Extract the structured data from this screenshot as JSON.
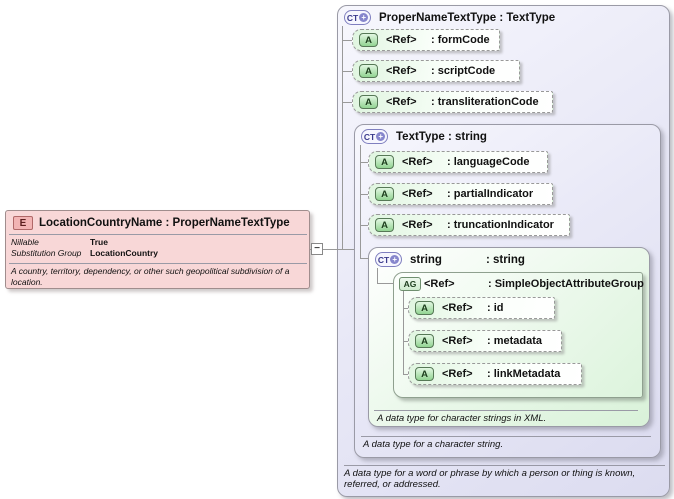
{
  "icons": {
    "element_tag": "E",
    "complex_type_tag": "CT",
    "plus": "+",
    "attribute_tag": "A",
    "attribute_group_tag": "AG",
    "collapse": "−"
  },
  "element": {
    "title": "LocationCountryName : ProperNameTextType",
    "properties": [
      {
        "label": "Nillable",
        "value": "True"
      },
      {
        "label": "Substitution Group",
        "value": "LocationCountry"
      }
    ],
    "description": "A country, territory, dependency, or other such geopolitical subdivision of a location."
  },
  "proper_name_text_type": {
    "title": "ProperNameTextType : TextType",
    "attributes": [
      {
        "ref": "<Ref>",
        "name": ": formCode"
      },
      {
        "ref": "<Ref>",
        "name": ": scriptCode"
      },
      {
        "ref": "<Ref>",
        "name": ": transliterationCode"
      }
    ],
    "description": "A data type for a word or phrase by which a person or thing is known, referred, or addressed."
  },
  "text_type": {
    "title": "TextType : string",
    "attributes": [
      {
        "ref": "<Ref>",
        "name": ": languageCode"
      },
      {
        "ref": "<Ref>",
        "name": ": partialIndicator"
      },
      {
        "ref": "<Ref>",
        "name": ": truncationIndicator"
      }
    ],
    "description": "A data type for a character string."
  },
  "string_type": {
    "title_name": "string",
    "title_type": ": string",
    "description": "A data type for character strings in XML.",
    "attribute_group": {
      "ref": "<Ref>",
      "name": ": SimpleObjectAttributeGroup",
      "attributes": [
        {
          "ref": "<Ref>",
          "name": ": id"
        },
        {
          "ref": "<Ref>",
          "name": ": metadata"
        },
        {
          "ref": "<Ref>",
          "name": ": linkMetadata"
        }
      ]
    }
  }
}
